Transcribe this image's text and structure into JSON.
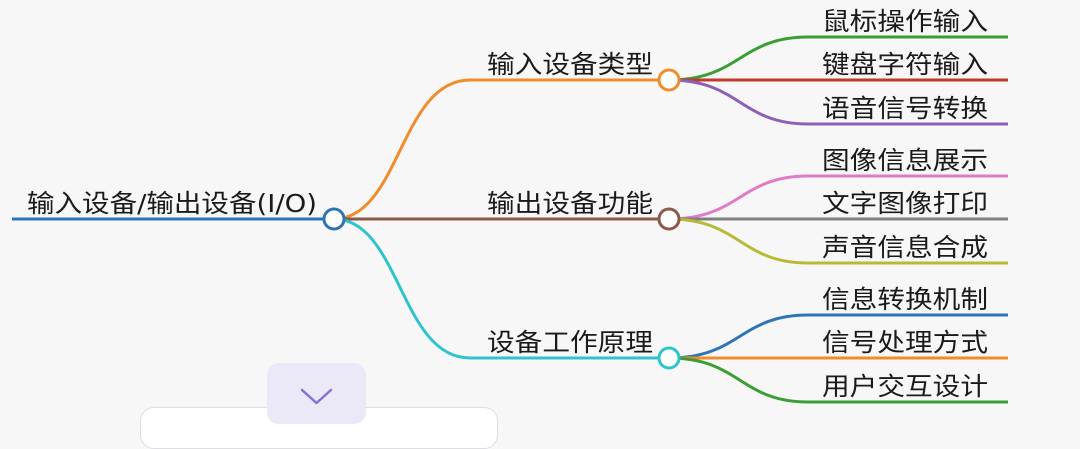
{
  "colors": {
    "root": "#2e75b6",
    "branches": [
      "#f08c2a",
      "#8b5a4a",
      "#2ec4cc"
    ],
    "leaves": [
      [
        "#3a9e34",
        "#c0392b",
        "#8e5fb8"
      ],
      [
        "#e07bc8",
        "#808080",
        "#b9b938"
      ],
      [
        "#2e75b6",
        "#f08c2a",
        "#3a9e34"
      ]
    ]
  },
  "mindmap": {
    "root": {
      "label": "输入设备/输出设备(I/O)"
    },
    "branches": [
      {
        "label": "输入设备类型",
        "leaves": [
          "鼠标操作输入",
          "键盘字符输入",
          "语音信号转换"
        ]
      },
      {
        "label": "输出设备功能",
        "leaves": [
          "图像信息展示",
          "文字图像打印",
          "声音信息合成"
        ]
      },
      {
        "label": "设备工作原理",
        "leaves": [
          "信息转换机制",
          "信号处理方式",
          "用户交互设计"
        ]
      }
    ]
  },
  "controls": {
    "collapse_icon": "chevron-down-icon"
  }
}
